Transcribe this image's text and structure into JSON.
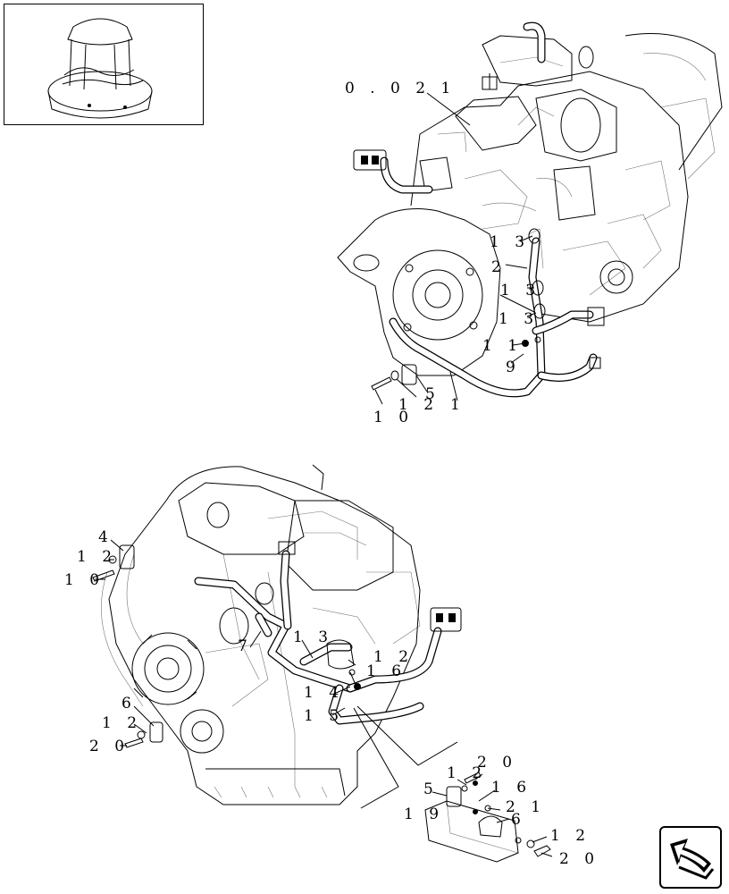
{
  "labels": {
    "ref_0021": "0 . 0 2 1",
    "top_13a": "1 3",
    "top_2": "2",
    "top_13b": "1 3",
    "top_13c": "1 3",
    "top_11": "1 1",
    "top_9": "9",
    "top_5": "5",
    "top_10": "1 0",
    "top_12": "1 2",
    "top_1": "1",
    "bot_4": "4",
    "bot_12a": "1 2",
    "bot_10": "1 0",
    "bot_7": "7",
    "bot_13": "1 3",
    "bot_12b": "1 2",
    "bot_16a": "1 6",
    "bot_14": "1 4",
    "bot_15": "1 5",
    "bot_6": "6",
    "bot_12c": "1 2",
    "bot_20a": "2 0",
    "det_12": "1 2",
    "det_20a": "2 0",
    "det_5": "5",
    "det_16": "1 6",
    "det_21": "2 1",
    "det_19": "1 9",
    "det_6": "6",
    "det_12b": "1 2",
    "det_20b": "2 0"
  },
  "icons": {
    "thumbnail": "machine-overview-thumbnail",
    "navigation": "next-page-arrow-icon"
  }
}
